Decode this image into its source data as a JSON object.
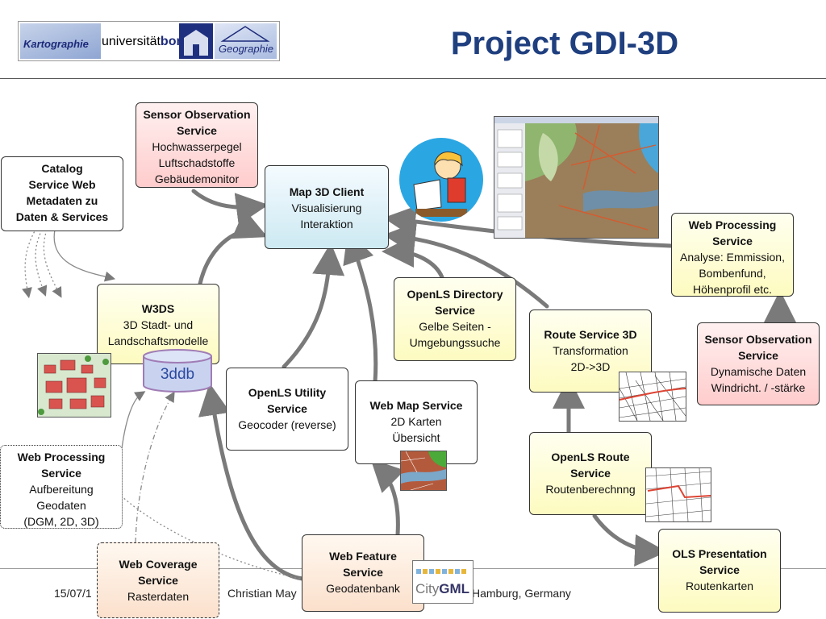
{
  "title": "Project GDI-3D",
  "logo": {
    "kartographie": "Kartographie",
    "universitaet": "universität",
    "bonn": "bonn",
    "geographie": "Geographie"
  },
  "footer": {
    "date": "15/07/1",
    "author": "Christian May",
    "location": "Hamburg, Germany"
  },
  "boxes": {
    "sos_top": {
      "title": "Sensor Observation Service",
      "lines": [
        "Hochwasserpegel",
        "Luftschadstoffe",
        "Gebäudemonitor"
      ]
    },
    "catalog": {
      "title": "Catalog Service Web",
      "lines": [
        "Metadaten zu",
        "Daten & Services"
      ]
    },
    "map3d": {
      "title": "Map 3D Client",
      "lines": [
        "Visualisierung",
        "Interaktion"
      ]
    },
    "wps_right": {
      "title": "Web Processing Service",
      "lines": [
        "Analyse: Emmission,",
        "Bombenfund,",
        "Höhenprofil etc."
      ]
    },
    "w3ds": {
      "title": "W3DS",
      "lines": [
        "3D Stadt- und",
        "Landschaftsmodelle"
      ]
    },
    "openls_dir": {
      "title": "OpenLS Directory Service",
      "lines": [
        "Gelbe Seiten -",
        "Umgebungssuche"
      ]
    },
    "route3d": {
      "title": "Route Service 3D",
      "lines": [
        "Transformation",
        "2D->3D"
      ]
    },
    "sos_right": {
      "title": "Sensor Observation Service",
      "lines": [
        "Dynamische Daten",
        "Windricht. / -stärke"
      ]
    },
    "openls_util": {
      "title": "OpenLS Utility Service",
      "lines": [
        "Geocoder (reverse)"
      ]
    },
    "wms": {
      "title": "Web Map Service",
      "lines": [
        "2D Karten",
        "Übersicht"
      ]
    },
    "openls_route": {
      "title": "OpenLS Route Service",
      "lines": [
        "Routenberechnng"
      ]
    },
    "wps_left": {
      "title": "Web Processing Service",
      "lines": [
        "Aufbereitung",
        "Geodaten",
        "(DGM, 2D, 3D)"
      ]
    },
    "ols_pres": {
      "title": "OLS Presentation Service",
      "lines": [
        "Routenkarten"
      ]
    },
    "wcs": {
      "title": "Web Coverage Service",
      "lines": [
        "Rasterdaten"
      ]
    },
    "wfs": {
      "title": "Web Feature Service",
      "lines": [
        "Geodatenbank"
      ]
    }
  },
  "db_label": "3ddb",
  "citygml": {
    "city": "City",
    "gml": "GML"
  },
  "colors": {
    "title": "#1f3f7f",
    "arrow": "#7a7a7a",
    "db_fill": "#c9d3f0",
    "db_text": "#2b4aa0"
  }
}
